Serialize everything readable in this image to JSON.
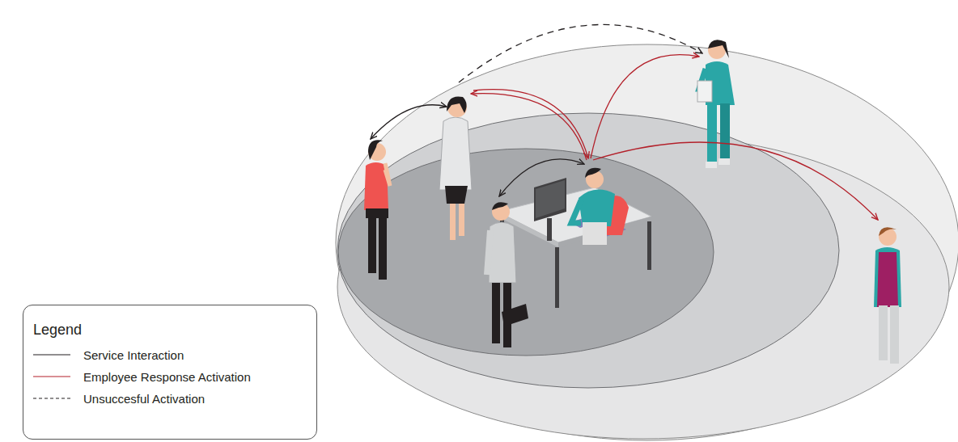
{
  "diagram": {
    "labels": [
      "Legend"
    ],
    "legend": [
      {
        "text": "Service Interaction"
      },
      {
        "text": "Employee Response Activation"
      },
      {
        "text": "Unsuccesful Activation"
      }
    ]
  }
}
